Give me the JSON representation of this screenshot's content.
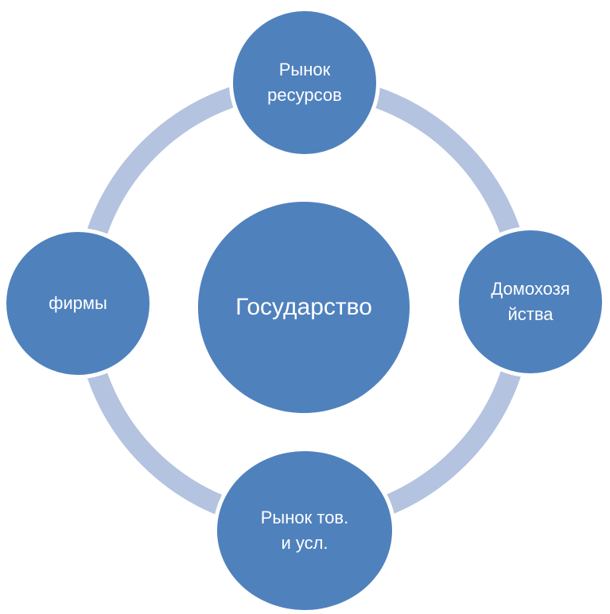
{
  "diagram": {
    "center": {
      "label": "Государство"
    },
    "nodes": [
      {
        "id": "top",
        "label": "Рынок\nресурсов"
      },
      {
        "id": "right",
        "label": "Домохозя\nйства"
      },
      {
        "id": "bottom",
        "label": "Рынок тов.\nи усл."
      },
      {
        "id": "left",
        "label": "фирмы"
      }
    ],
    "colors": {
      "node_fill": "#4f81bd",
      "ring": "#b3c3e0",
      "text": "#ffffff"
    }
  }
}
